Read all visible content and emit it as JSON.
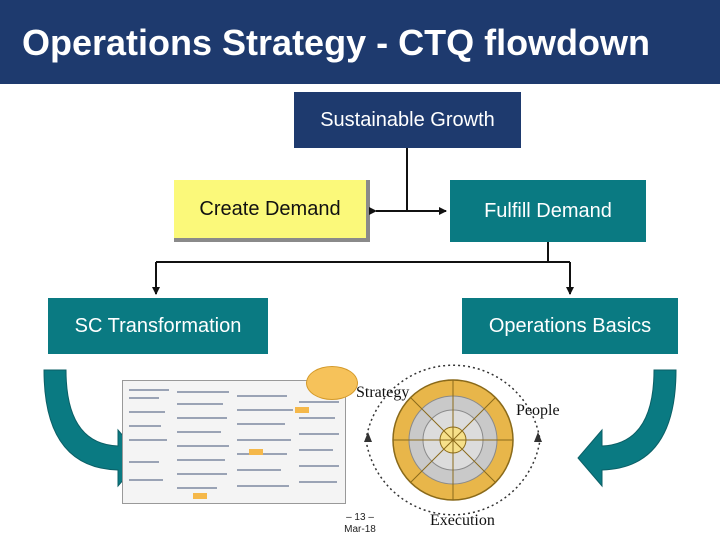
{
  "slide": {
    "title": "Operations Strategy - CTQ flowdown",
    "colors": {
      "title_bar": "#1e3a6e",
      "teal": "#0a7a82",
      "yellow": "#fbf97a",
      "wheel_gold": "#e8b64a"
    }
  },
  "diagram": {
    "root": "Sustainable Growth",
    "level2": [
      "Create Demand",
      "Fulfill Demand"
    ],
    "level3": [
      "SC Transformation",
      "Operations Basics"
    ]
  },
  "wheel": {
    "labels": {
      "strategy": "Strategy",
      "people": "People",
      "execution": "Execution"
    }
  },
  "footer": {
    "page": "– 13 –",
    "date": "Mar-18"
  },
  "icons": [
    "curved-arrow-left-icon",
    "curved-arrow-right-icon",
    "process-document-thumbnail",
    "operations-wheel"
  ]
}
